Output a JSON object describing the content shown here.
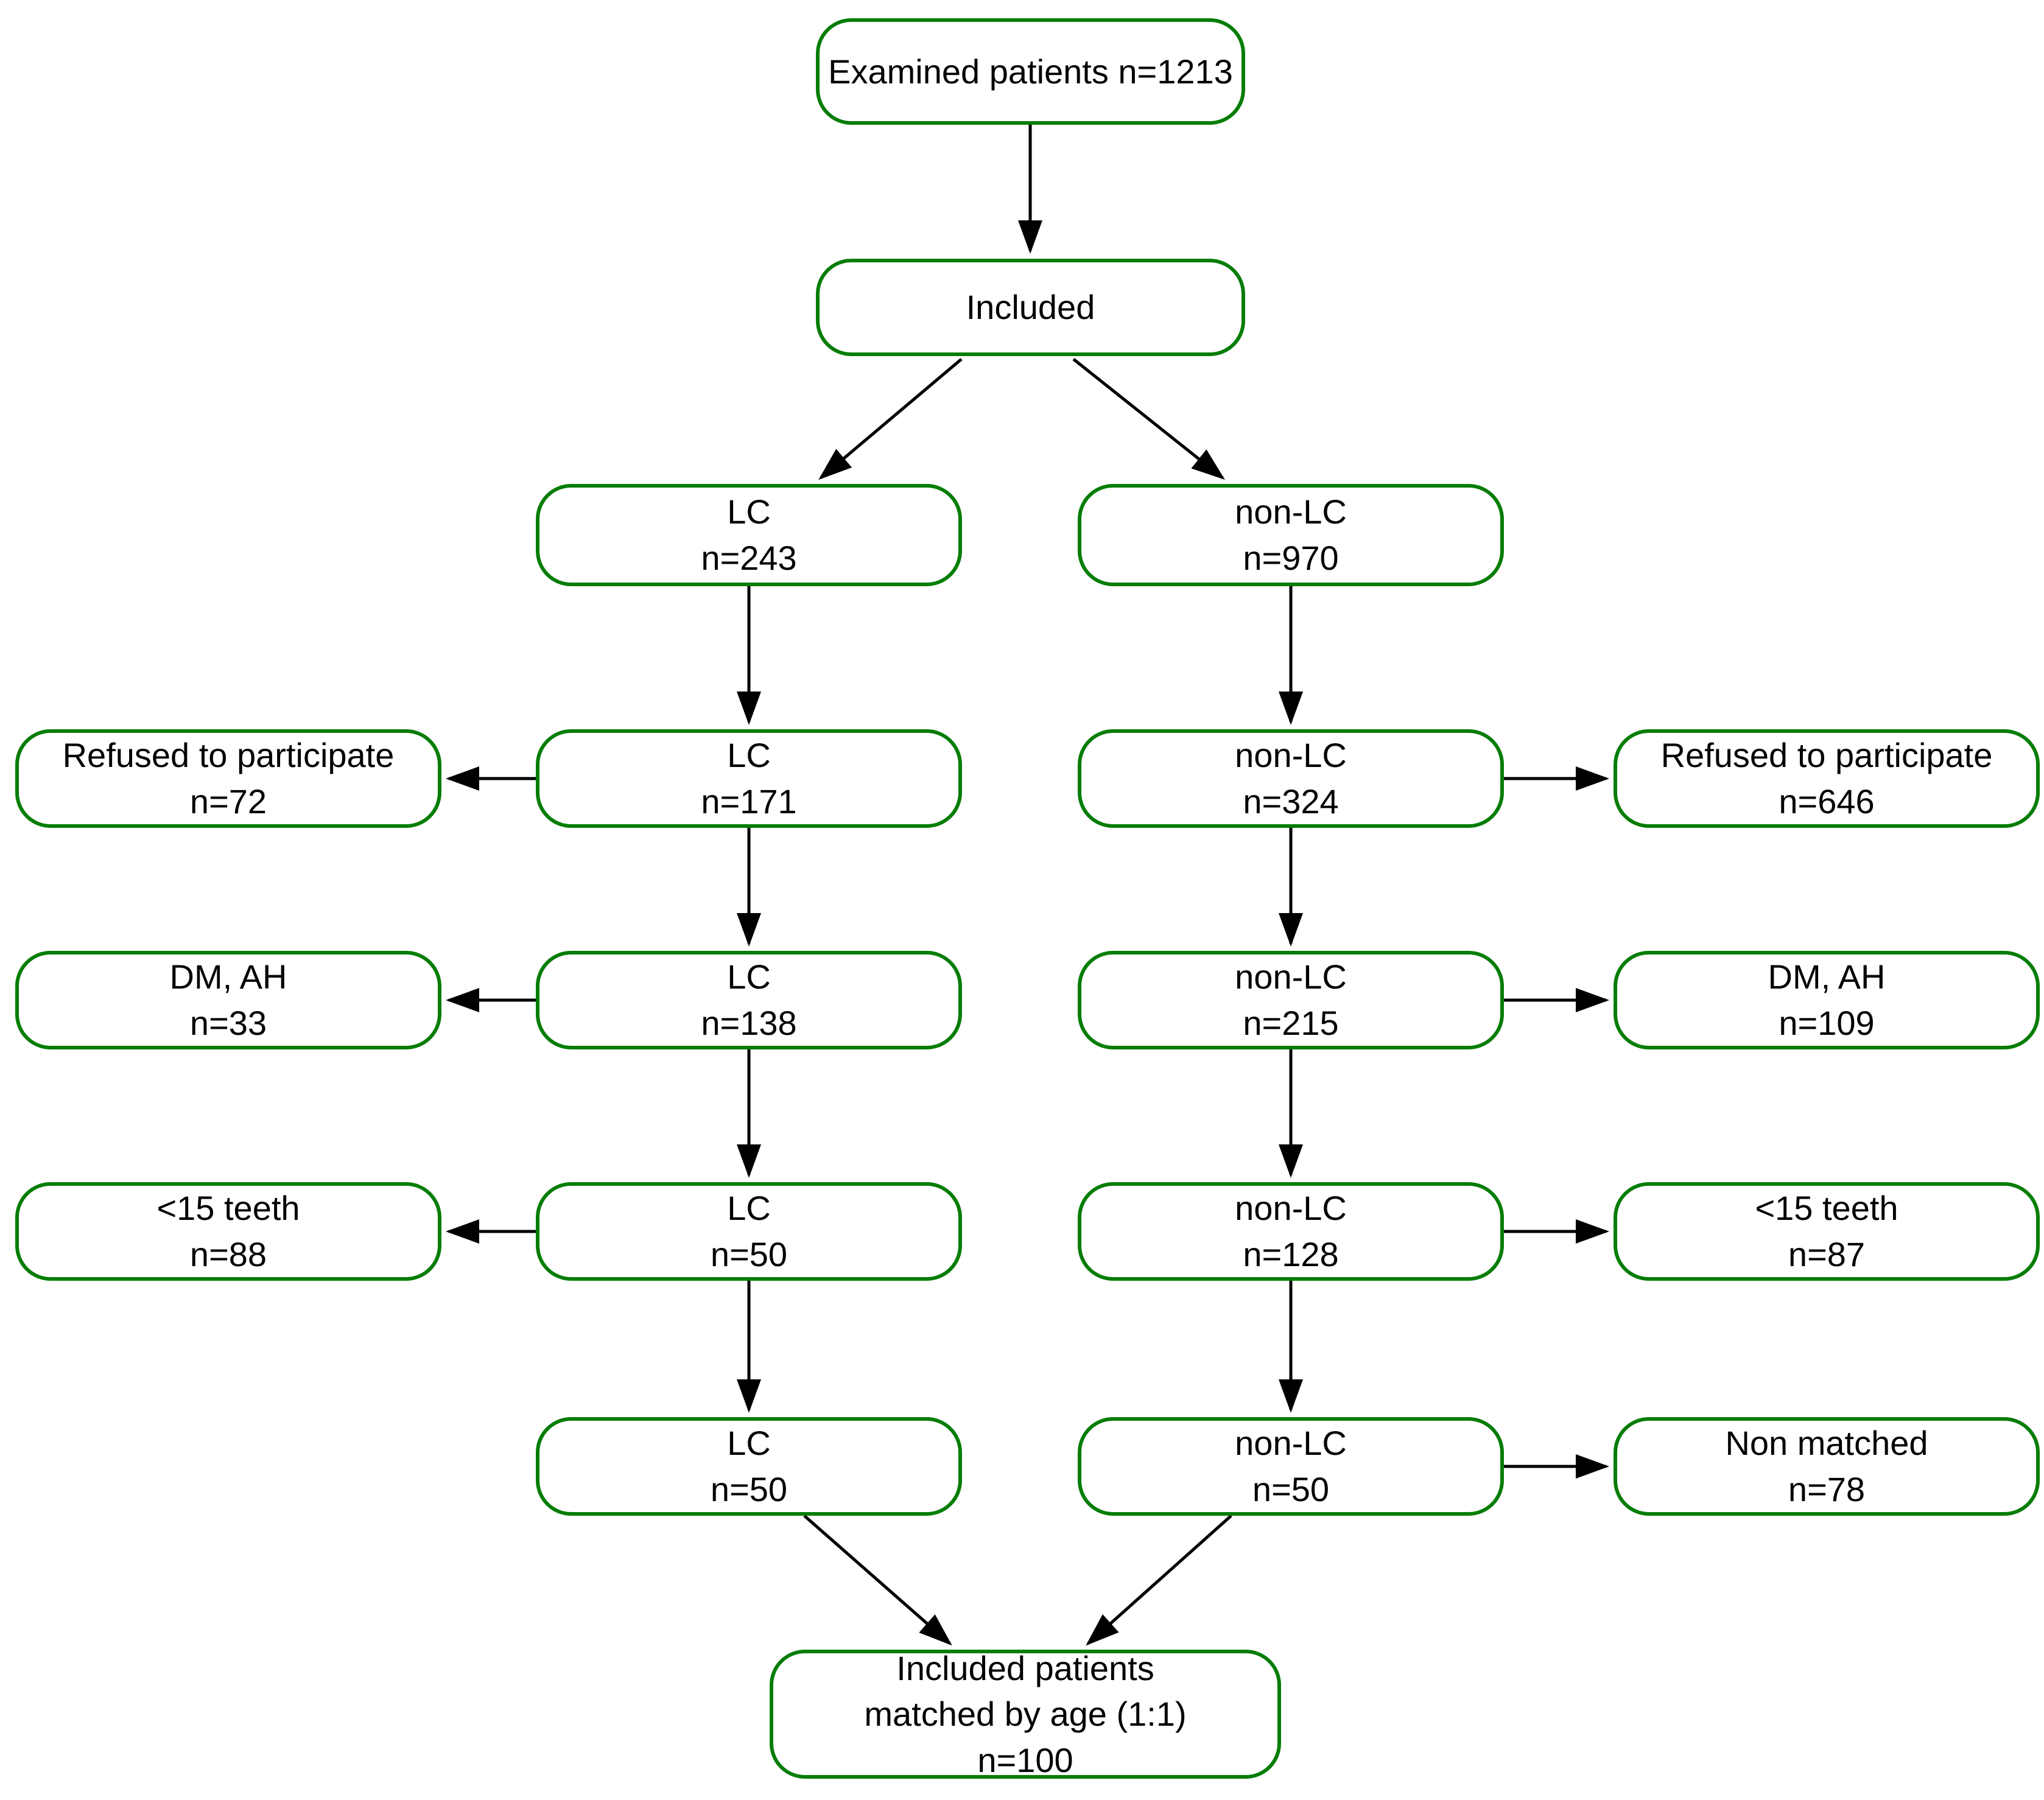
{
  "diagram": {
    "type": "flowchart",
    "colors": {
      "box_border": "#067d06",
      "box_fill": "#ffffff",
      "arrow": "#000000",
      "text": "#000000",
      "background": "#ffffff"
    },
    "nodes": {
      "examined": {
        "line1": "Examined patients n=1213"
      },
      "included": {
        "line1": "Included"
      },
      "lc_243": {
        "line1": "LC",
        "line2": "n=243"
      },
      "nonlc_970": {
        "line1": "non-LC",
        "line2": "n=970"
      },
      "refused_72": {
        "line1": "Refused to participate",
        "line2": "n=72"
      },
      "lc_171": {
        "line1": "LC",
        "line2": "n=171"
      },
      "nonlc_324": {
        "line1": "non-LC",
        "line2": "n=324"
      },
      "refused_646": {
        "line1": "Refused to participate",
        "line2": "n=646"
      },
      "dm_33": {
        "line1": "DM, AH",
        "line2": "n=33"
      },
      "lc_138": {
        "line1": "LC",
        "line2": "n=138"
      },
      "nonlc_215": {
        "line1": "non-LC",
        "line2": "n=215"
      },
      "dm_109": {
        "line1": "DM, AH",
        "line2": "n=109"
      },
      "teeth_88": {
        "line1": "<15 teeth",
        "line2": "n=88"
      },
      "lc_50a": {
        "line1": "LC",
        "line2": "n=50"
      },
      "nonlc_128": {
        "line1": "non-LC",
        "line2": "n=128"
      },
      "teeth_87": {
        "line1": "<15 teeth",
        "line2": "n=87"
      },
      "lc_50b": {
        "line1": "LC",
        "line2": "n=50"
      },
      "nonlc_50": {
        "line1": "non-LC",
        "line2": "n=50"
      },
      "nonmatched_78": {
        "line1": "Non matched",
        "line2": "n=78"
      },
      "matched_100": {
        "line1": "Included patients",
        "line2": "matched by age (1:1)",
        "line3": "n=100"
      }
    }
  }
}
